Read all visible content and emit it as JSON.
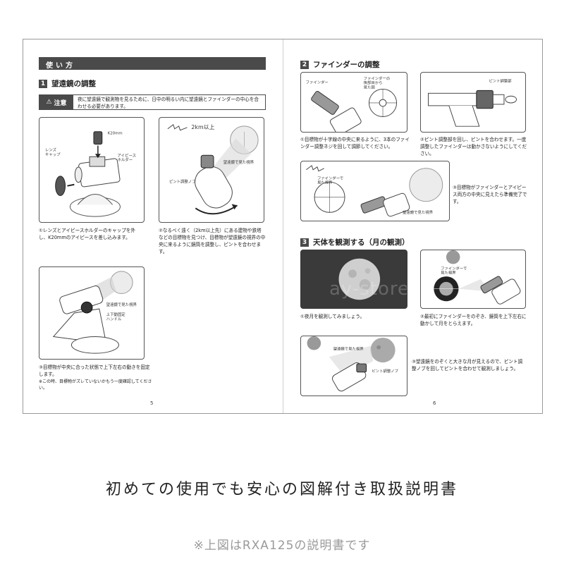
{
  "left_page": {
    "howto_title": "使い方",
    "section1": {
      "num": "1",
      "title": "望遠鏡の調整"
    },
    "caution": {
      "label": "注意",
      "text": "夜に望遠鏡で観測物を見るために、日中の明るい内に望遠鏡とファインダーの中心を合わせる必要があります。"
    },
    "fig1": {
      "labels": {
        "eyepiece": "K20mm",
        "lens_cap": "レンズ\nキャップ",
        "holder": "アイピース\nホルダー"
      },
      "caption": "①レンズとアイピースホルダーのキャップを外し、K20mmのアイピースを差し込みます。"
    },
    "fig2": {
      "labels": {
        "distance": "2km以上",
        "view": "望遠鏡で見た視界",
        "focus_knob": "ピント調整ノブ"
      },
      "caption": "②なるべく遠く（2km以上先）にある建物や鉄塔などの目標物を見つけ、目標物が望遠鏡の視界の中央に来るように鏡筒を調整し、ピントを合わせます。"
    },
    "fig3": {
      "labels": {
        "view": "望遠鏡で見た視界",
        "handle": "上下動固定\nハンドル"
      },
      "caption": "③目標物が中央に合った状態で上下左右の動きを固定します。",
      "note": "※この時、目標物がズレていないかもう一度確認してください。"
    },
    "page_number": "5"
  },
  "right_page": {
    "section2": {
      "num": "2",
      "title": "ファインダーの調整"
    },
    "fig4": {
      "labels": {
        "finder": "ファインダー",
        "view": "ファインダーの\n後部目から\n見た図"
      },
      "caption": "①目標物が十字線の中央に来るように、3本のファインダー調整ネジを回して調節してください。"
    },
    "fig5": {
      "labels": {
        "focus_ring": "ピント調整部"
      },
      "caption": "②ピント調整部を回し、ピントを合わせます。一度調整したファインダーは動かさないようにしてください。"
    },
    "fig6": {
      "labels": {
        "finder_view": "ファインダーで\n見た視界",
        "scope_view": "望遠鏡で見た視界"
      },
      "caption": "③目標物がファインダーとアイピース両方の中央に見えたら準備完了です。"
    },
    "section3": {
      "num": "3",
      "title": "天体を観測する（月の観測）"
    },
    "fig7": {
      "caption": "①夜月を観測してみましょう。",
      "watermark": "ay-store."
    },
    "fig8": {
      "labels": {
        "finder_view": "ファインダーで\n見た視界"
      },
      "caption": "②最初にファインダーをのぞき、鏡筒を上下左右に動かして月をとらえます。"
    },
    "fig9": {
      "labels": {
        "scope_view": "望遠鏡で見た視界",
        "focus_knob": "ピント調整ノブ"
      },
      "caption": "③望遠鏡をのぞくと大きな月が見えるので、ピント調整ノブを回してピントを合わせて観測しましょう。"
    },
    "page_number": "6"
  },
  "tagline": "初めての使用でも安心の図解付き取扱説明書",
  "footnote": "※上図はRXA125の説明書です",
  "colors": {
    "header_bar": "#4a4a4a",
    "panel_border": "#555555",
    "night_sky": "#2a2a2a",
    "footnote": "#9a9a9a"
  }
}
